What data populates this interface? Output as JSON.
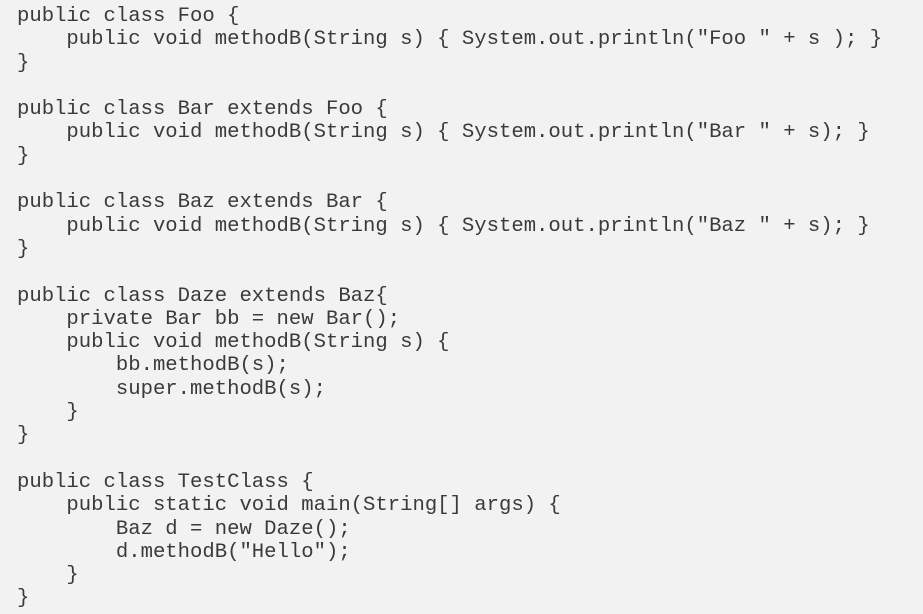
{
  "code": {
    "language": "java",
    "lines": [
      "public class Foo {",
      "    public void methodB(String s) { System.out.println(\"Foo \" + s ); }",
      "}",
      "",
      "public class Bar extends Foo {",
      "    public void methodB(String s) { System.out.println(\"Bar \" + s); }",
      "}",
      "",
      "public class Baz extends Bar {",
      "    public void methodB(String s) { System.out.println(\"Baz \" + s); }",
      "}",
      "",
      "public class Daze extends Baz{",
      "    private Bar bb = new Bar();",
      "    public void methodB(String s) {",
      "        bb.methodB(s);",
      "        super.methodB(s);",
      "    }",
      "}",
      "",
      "public class TestClass {",
      "    public static void main(String[] args) {",
      "        Baz d = new Daze();",
      "        d.methodB(\"Hello\");",
      "    }",
      "}"
    ]
  }
}
